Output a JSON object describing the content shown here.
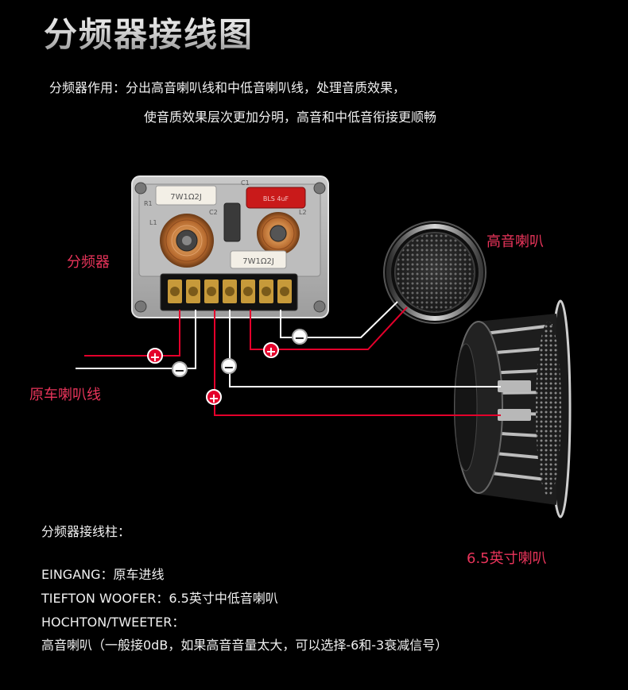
{
  "title": "分频器接线图",
  "description": {
    "line1": "分频器作用：分出高音喇叭线和中低音喇叭线，处理音质效果，",
    "line2": "使音质效果层次更加分明，高音和中低音衔接更顺畅"
  },
  "labels": {
    "crossover": "分频器",
    "tweeter": "高音喇叭",
    "car_wire": "原车喇叭线",
    "woofer": "6.5英寸喇叭"
  },
  "crossover_board": {
    "cap_top_left": "7W1Ω2J",
    "cap_bottom": "7W1Ω2J",
    "cap_red": "BLS 4uF",
    "r1": "R1",
    "l1": "L1",
    "c1": "C1",
    "c2": "C2",
    "l2": "L2"
  },
  "terminal_info": {
    "heading": "分频器接线柱：",
    "line1": "EINGANG：原车进线",
    "line2": "TIEFTON WOOFER：6.5英寸中低音喇叭",
    "line3": "HOCHTON/TWEETER：",
    "line4": "高音喇叭（一般接0dB，如果高音音量太大，可以选择-6和-3衰减信号）"
  },
  "polarity": {
    "plus": "+",
    "minus": "−"
  },
  "colors": {
    "accent_red": "#e8345a",
    "wire_red": "#e4002b",
    "wire_white": "#ffffff"
  }
}
